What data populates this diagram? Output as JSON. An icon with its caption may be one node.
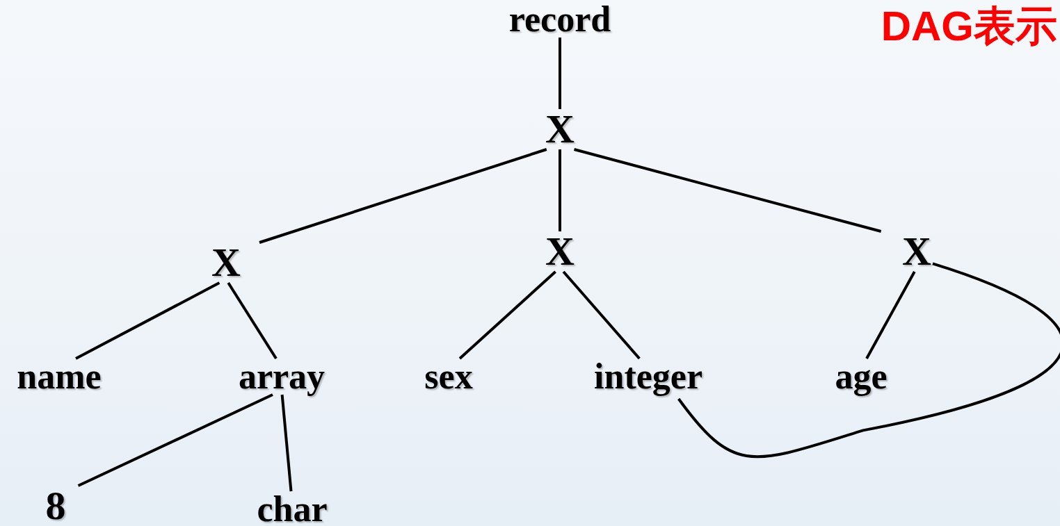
{
  "diagram": {
    "title": "DAG表示",
    "nodes": [
      {
        "text": [
          "record"
        ]
      },
      {
        "text": [
          "X"
        ]
      },
      {
        "text": [
          "X"
        ]
      },
      {
        "text": [
          "X"
        ]
      },
      {
        "text": [
          "X"
        ]
      },
      {
        "text": [
          "name"
        ]
      },
      {
        "text": [
          "array"
        ]
      },
      {
        "text": [
          "sex"
        ]
      },
      {
        "text": [
          "integer"
        ]
      },
      {
        "text": [
          "age"
        ]
      },
      {
        "text": [
          "8"
        ]
      },
      {
        "text": [
          "char"
        ]
      }
    ],
    "edges": [
      {
        "from": 0,
        "to": 1,
        "arrow": "none"
      },
      {
        "from": 1,
        "to": 2,
        "arrow": "none"
      },
      {
        "from": 1,
        "to": 3,
        "arrow": "none"
      },
      {
        "from": 1,
        "to": 4,
        "arrow": "none"
      },
      {
        "from": 2,
        "to": 5,
        "arrow": "none"
      },
      {
        "from": 2,
        "to": 6,
        "arrow": "none"
      },
      {
        "from": 3,
        "to": 7,
        "arrow": "none"
      },
      {
        "from": 3,
        "to": 8,
        "arrow": "none"
      },
      {
        "from": 4,
        "to": 9,
        "arrow": "none"
      },
      {
        "from": 4,
        "to": 8,
        "arrow": "none"
      },
      {
        "from": 6,
        "to": 10,
        "arrow": "none"
      },
      {
        "from": 6,
        "to": 11,
        "arrow": "none"
      }
    ]
  }
}
